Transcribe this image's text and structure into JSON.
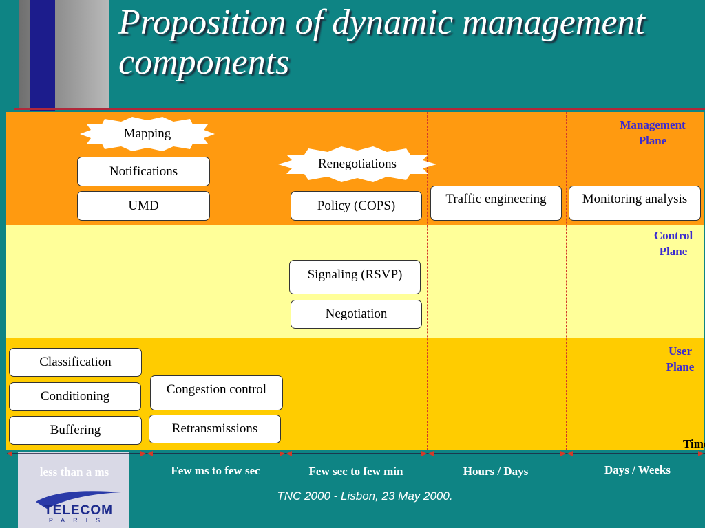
{
  "title": "Proposition of dynamic management components",
  "planes": {
    "management": "Management Plane",
    "control": "Control Plane",
    "user": "User Plane"
  },
  "components": {
    "mapping": "Mapping",
    "notifications": "Notifications",
    "umd": "UMD",
    "renegotiations": "Renegotiations",
    "policy": "Policy (COPS)",
    "traffic_engineering": "Traffic engineering",
    "monitoring_analysis": "Monitoring analysis",
    "signaling": "Signaling (RSVP)",
    "negotiation": "Negotiation",
    "classification": "Classification",
    "conditioning": "Conditioning",
    "buffering": "Buffering",
    "congestion_control": "Congestion control",
    "retransmissions": "Retransmissions"
  },
  "time_axis": {
    "label": "Time",
    "scales": [
      "less than a ms",
      "Few ms to few sec",
      "Few sec to few min",
      "Hours / Days",
      "Days / Weeks"
    ]
  },
  "logo": {
    "name": "TELECOM",
    "sub": "PARIS"
  },
  "footer": "TNC 2000 - Lisbon, 23 May 2000.",
  "colors": {
    "background": "#0e8484",
    "management_plane": "#ff9a10",
    "control_plane": "#ffff99",
    "user_plane": "#ffcc00",
    "plane_label": "#3a2ad0",
    "divider": "#d23a2a"
  }
}
